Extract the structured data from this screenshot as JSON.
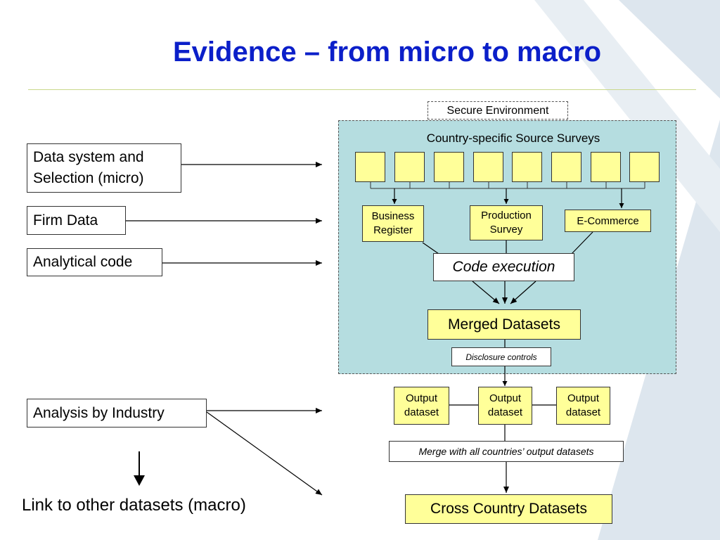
{
  "title": "Evidence – from micro to macro",
  "secure_environment": {
    "label": "Secure Environment",
    "surveys_label": "Country-specific Source Surveys",
    "survey_count": 8,
    "business_register": "Business Register",
    "production_survey": "Production Survey",
    "ecommerce": "E-Commerce",
    "code_execution": "Code execution",
    "merged_datasets": "Merged Datasets",
    "disclosure_controls": "Disclosure controls"
  },
  "outputs": {
    "left": "Output dataset",
    "center": "Output dataset",
    "right": "Output dataset",
    "merge_label": "Merge with all countries’ output datasets",
    "cross_country": "Cross Country Datasets"
  },
  "left_items": {
    "data_system": "Data system and Selection (micro)",
    "firm_data": "Firm Data",
    "analytical_code": "Analytical code",
    "analysis_by_industry": "Analysis by Industry",
    "link_other": "Link to other datasets (macro)"
  },
  "colors": {
    "title": "#0b1fc9",
    "secure_bg": "#b5dde0",
    "box_yellow": "#ffff99",
    "rule": "#c9d88a"
  }
}
